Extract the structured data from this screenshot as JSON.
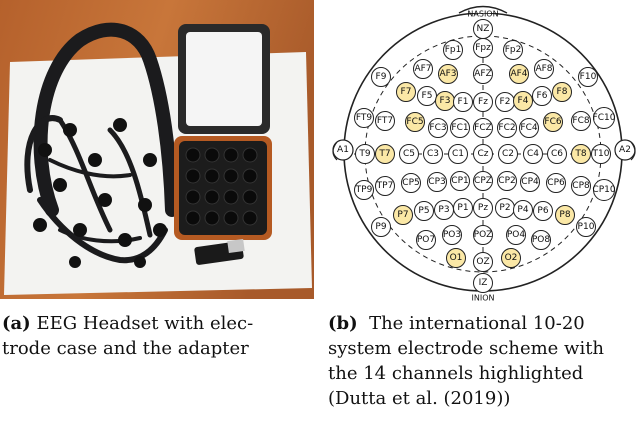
{
  "figure_a": {
    "caption_label": "(a)",
    "caption_line1": "EEG Headset with elec-",
    "caption_line2": "trode case and the adapter"
  },
  "figure_b": {
    "caption_label": "(b)",
    "caption_line1": "The international 10-20",
    "caption_line2": "system electrode scheme with",
    "caption_line3": "the 14 channels highlighted",
    "caption_line4": "(Dutta et al. (2019))",
    "colors": {
      "highlight": "#fbe8a6",
      "normal": "#ffffff",
      "stroke": "#222222"
    },
    "landmarks": {
      "top": "NASION",
      "bottom": "INION",
      "left_ear": "A1",
      "right_ear": "A2"
    },
    "electrodes": [
      {
        "label": "NZ",
        "highlighted": false
      },
      {
        "label": "Fp1",
        "highlighted": false
      },
      {
        "label": "Fp2",
        "highlighted": false
      },
      {
        "label": "Fpz",
        "highlighted": false
      },
      {
        "label": "AF7",
        "highlighted": false
      },
      {
        "label": "AF3",
        "highlighted": true
      },
      {
        "label": "AFZ",
        "highlighted": false
      },
      {
        "label": "AF4",
        "highlighted": true
      },
      {
        "label": "AF8",
        "highlighted": false
      },
      {
        "label": "F9",
        "highlighted": false
      },
      {
        "label": "F7",
        "highlighted": true
      },
      {
        "label": "F5",
        "highlighted": false
      },
      {
        "label": "F3",
        "highlighted": true
      },
      {
        "label": "F1",
        "highlighted": false
      },
      {
        "label": "Fz",
        "highlighted": false
      },
      {
        "label": "F2",
        "highlighted": false
      },
      {
        "label": "F4",
        "highlighted": true
      },
      {
        "label": "F6",
        "highlighted": false
      },
      {
        "label": "F8",
        "highlighted": true
      },
      {
        "label": "F10",
        "highlighted": false
      },
      {
        "label": "FT9",
        "highlighted": false
      },
      {
        "label": "FT7",
        "highlighted": false
      },
      {
        "label": "FC5",
        "highlighted": true
      },
      {
        "label": "FC3",
        "highlighted": false
      },
      {
        "label": "FC1",
        "highlighted": false
      },
      {
        "label": "FCZ",
        "highlighted": false
      },
      {
        "label": "FC2",
        "highlighted": false
      },
      {
        "label": "FC4",
        "highlighted": false
      },
      {
        "label": "FC6",
        "highlighted": true
      },
      {
        "label": "FC8",
        "highlighted": false
      },
      {
        "label": "FC10",
        "highlighted": false
      },
      {
        "label": "T9",
        "highlighted": false
      },
      {
        "label": "T7",
        "highlighted": true
      },
      {
        "label": "C5",
        "highlighted": false
      },
      {
        "label": "C3",
        "highlighted": false
      },
      {
        "label": "C1",
        "highlighted": false
      },
      {
        "label": "Cz",
        "highlighted": false
      },
      {
        "label": "C2",
        "highlighted": false
      },
      {
        "label": "C4",
        "highlighted": false
      },
      {
        "label": "C6",
        "highlighted": false
      },
      {
        "label": "T8",
        "highlighted": true
      },
      {
        "label": "T10",
        "highlighted": false
      },
      {
        "label": "TP9",
        "highlighted": false
      },
      {
        "label": "TP7",
        "highlighted": false
      },
      {
        "label": "CP5",
        "highlighted": false
      },
      {
        "label": "CP3",
        "highlighted": false
      },
      {
        "label": "CP1",
        "highlighted": false
      },
      {
        "label": "CPZ",
        "highlighted": false
      },
      {
        "label": "CP2",
        "highlighted": false
      },
      {
        "label": "CP4",
        "highlighted": false
      },
      {
        "label": "CP6",
        "highlighted": false
      },
      {
        "label": "CP8",
        "highlighted": false
      },
      {
        "label": "CP10",
        "highlighted": false
      },
      {
        "label": "P9",
        "highlighted": false
      },
      {
        "label": "P7",
        "highlighted": true
      },
      {
        "label": "P5",
        "highlighted": false
      },
      {
        "label": "P3",
        "highlighted": false
      },
      {
        "label": "P1",
        "highlighted": false
      },
      {
        "label": "Pz",
        "highlighted": false
      },
      {
        "label": "P2",
        "highlighted": false
      },
      {
        "label": "P4",
        "highlighted": false
      },
      {
        "label": "P6",
        "highlighted": false
      },
      {
        "label": "P8",
        "highlighted": true
      },
      {
        "label": "P10",
        "highlighted": false
      },
      {
        "label": "PO7",
        "highlighted": false
      },
      {
        "label": "PO3",
        "highlighted": false
      },
      {
        "label": "POZ",
        "highlighted": false
      },
      {
        "label": "PO4",
        "highlighted": false
      },
      {
        "label": "PO8",
        "highlighted": false
      },
      {
        "label": "O1",
        "highlighted": true
      },
      {
        "label": "OZ",
        "highlighted": false
      },
      {
        "label": "O2",
        "highlighted": true
      },
      {
        "label": "IZ",
        "highlighted": false
      }
    ]
  }
}
